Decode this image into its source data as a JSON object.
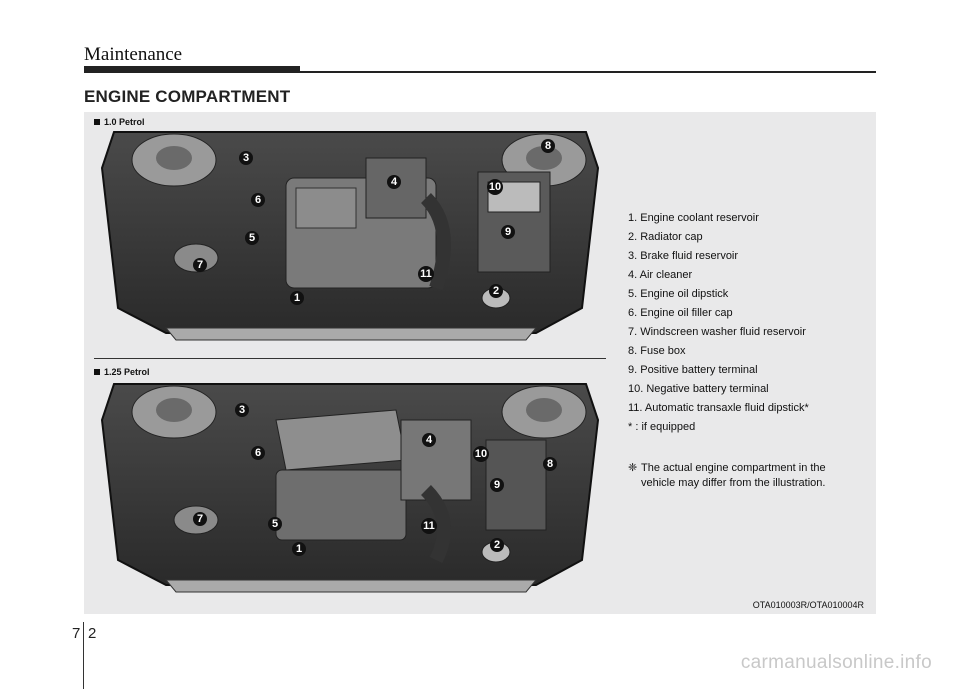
{
  "header": {
    "chapter_title": "Maintenance"
  },
  "section": {
    "title": "ENGINE COMPARTMENT"
  },
  "figures": [
    {
      "label": "1.0 Petrol",
      "callouts": [
        "1",
        "2",
        "3",
        "4",
        "5",
        "6",
        "7",
        "8",
        "9",
        "10",
        "11"
      ]
    },
    {
      "label": "1.25 Petrol",
      "callouts": [
        "1",
        "2",
        "3",
        "4",
        "5",
        "6",
        "7",
        "8",
        "9",
        "10",
        "11"
      ]
    }
  ],
  "legend": [
    "1. Engine coolant reservoir",
    "2. Radiator cap",
    "3. Brake fluid reservoir",
    "4. Air cleaner",
    "5. Engine oil dipstick",
    "6. Engine oil filler cap",
    "7. Windscreen washer fluid reservoir",
    "8. Fuse box",
    "9. Positive battery terminal",
    "10. Negative battery terminal",
    "11. Automatic transaxle fluid dipstick*",
    "* : if equipped"
  ],
  "note": {
    "symbol": "❈",
    "line1": "The actual engine compartment in the",
    "line2": "vehicle may differ from the illustration."
  },
  "figure_code": "OTA010003R/OTA010004R",
  "footer": {
    "chapter": "7",
    "page": "2"
  },
  "watermark": "carmanualsonline.info"
}
